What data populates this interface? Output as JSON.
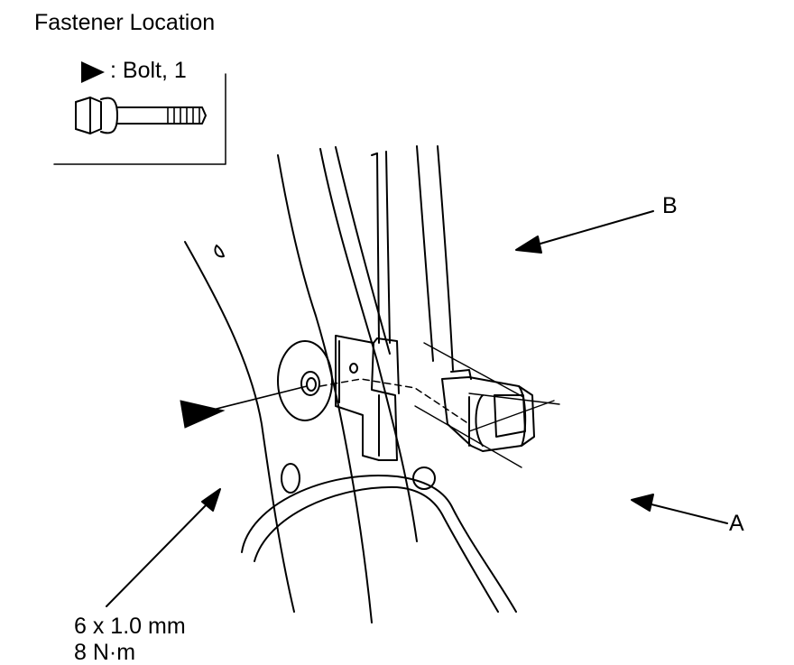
{
  "title": "Fastener Location",
  "legend": {
    "symbol_icon": "triangle-pointer-icon",
    "text": ": Bolt, 1"
  },
  "callouts": {
    "b": "B",
    "a": "A"
  },
  "spec": {
    "size": "6 x 1.0 mm",
    "torque": "8 N·m"
  }
}
